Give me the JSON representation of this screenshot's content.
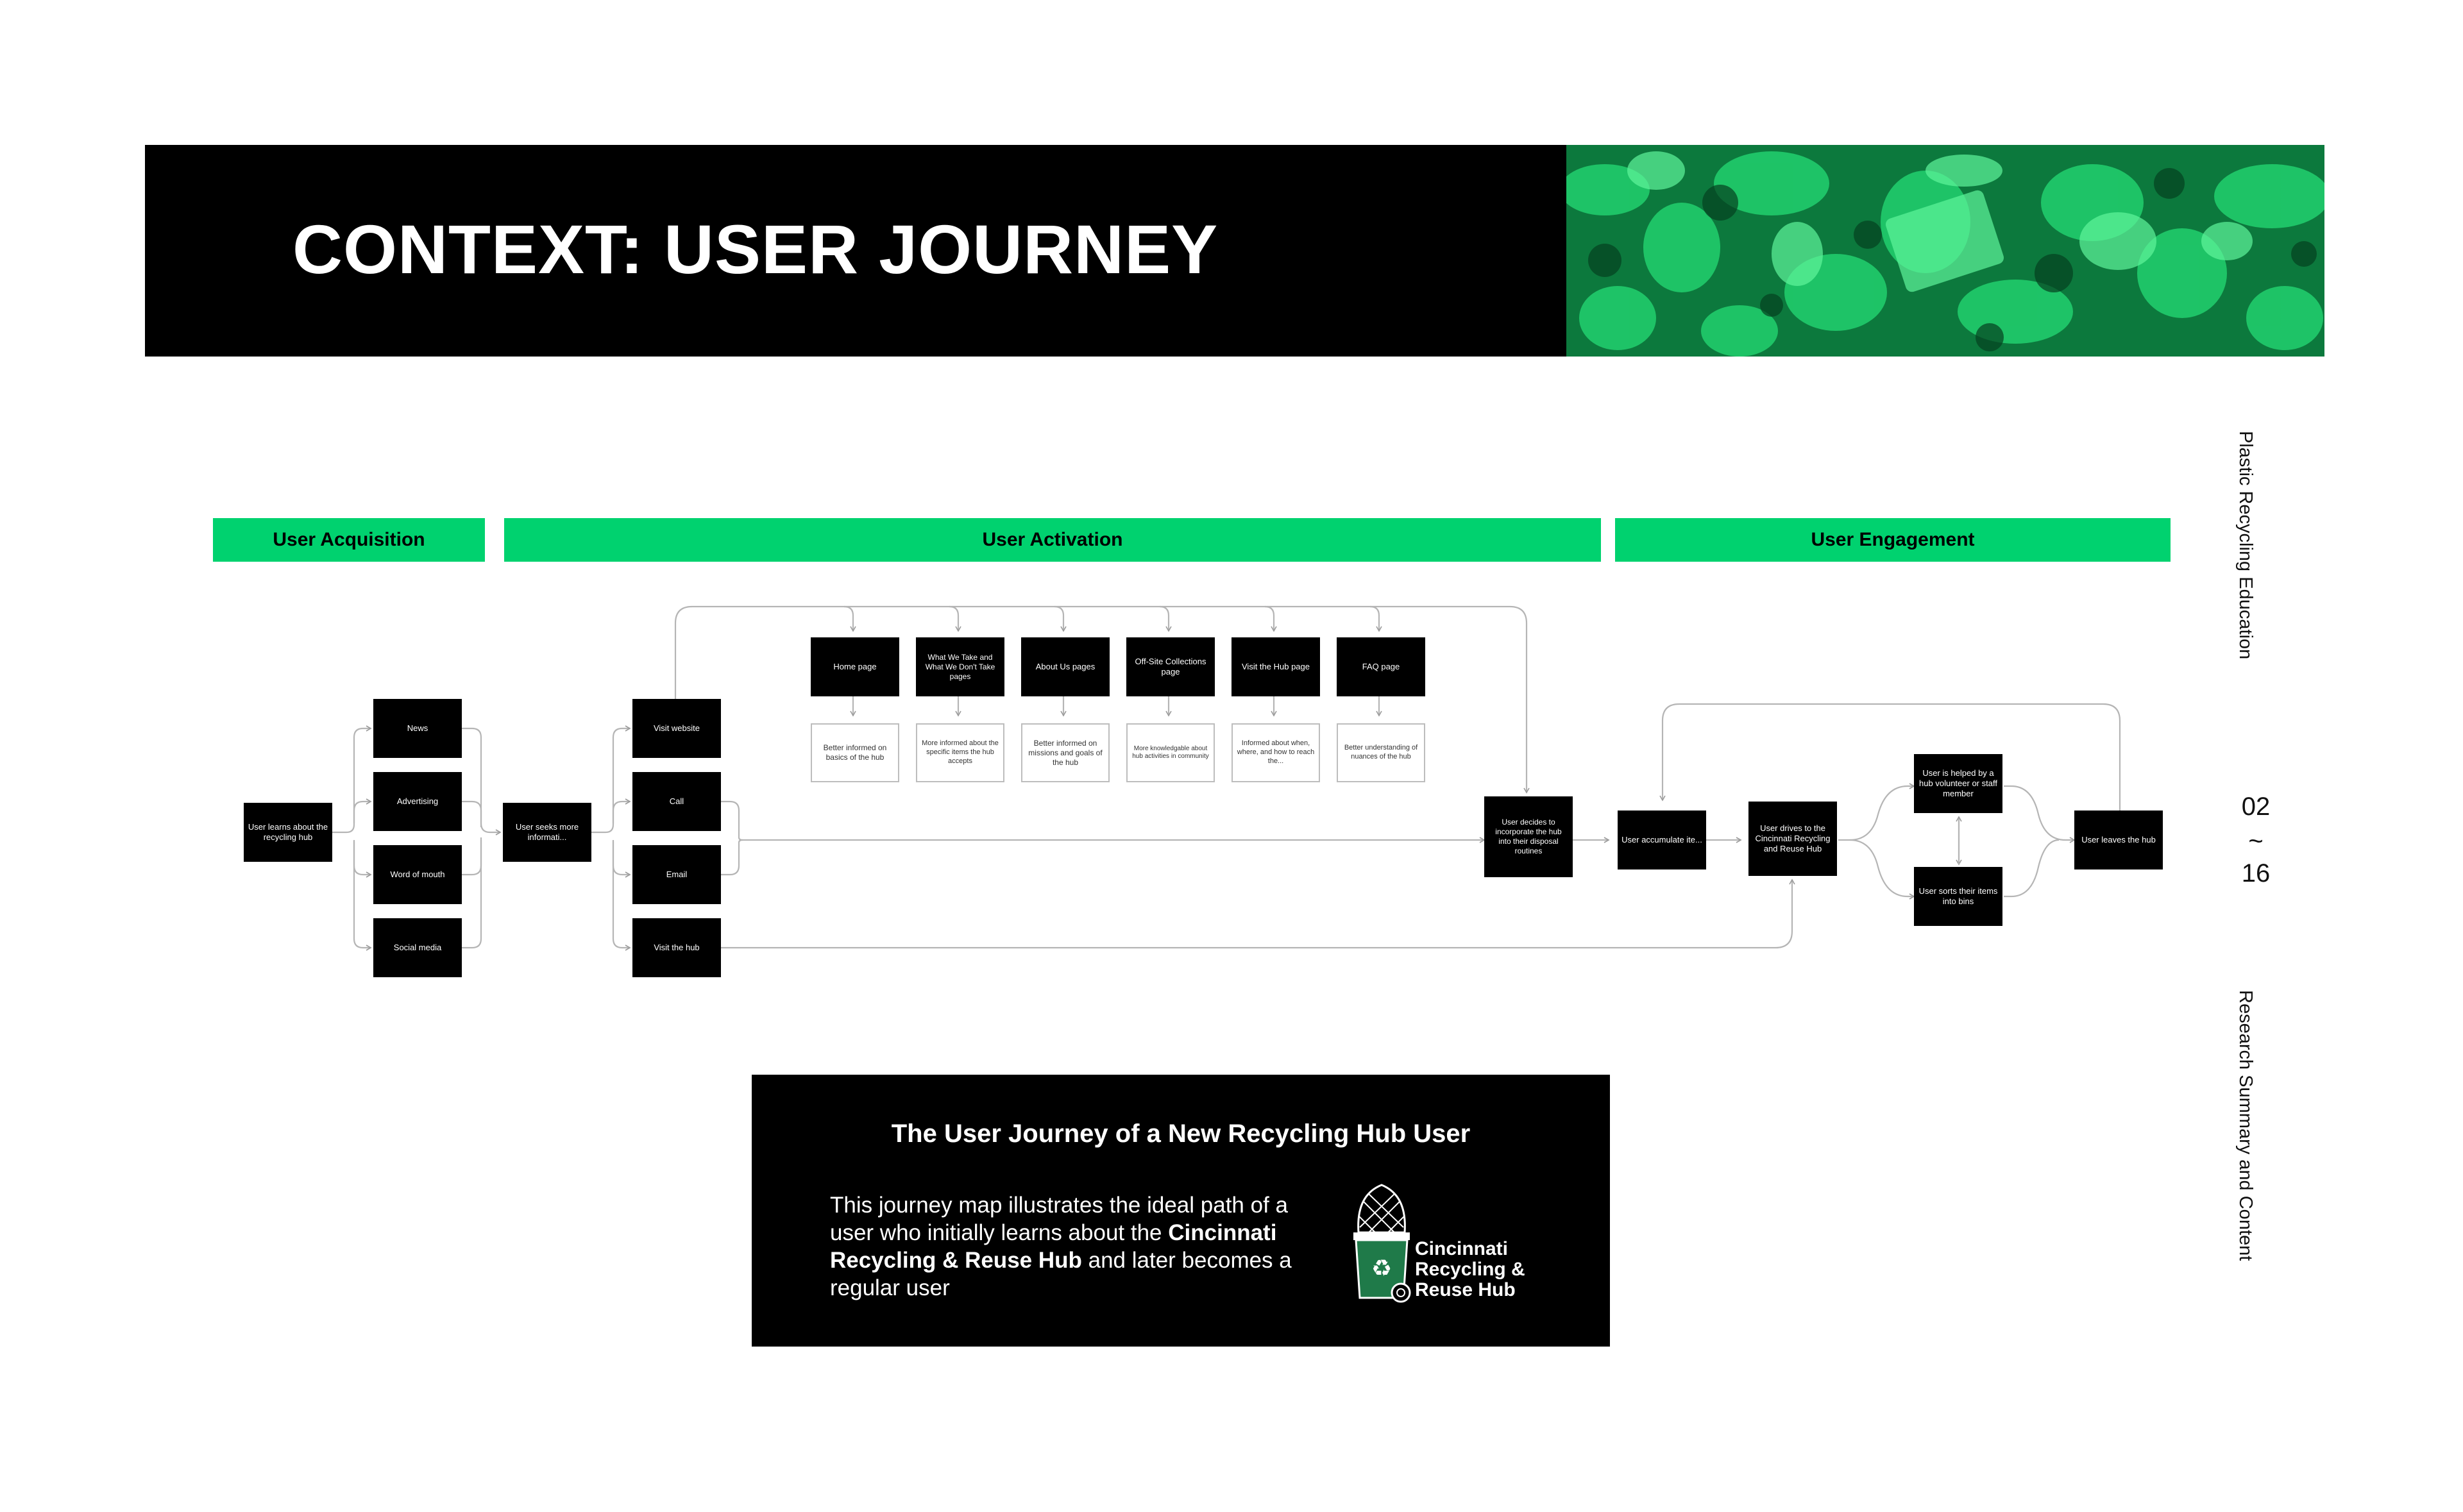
{
  "header": {
    "title": "CONTEXT: USER JOURNEY"
  },
  "stages": [
    "User Acquisition",
    "User Activation",
    "User Engagement"
  ],
  "nodes": {
    "learns": "User learns about the recycling hub",
    "news": "News",
    "advertising": "Advertising",
    "word_of_mouth": "Word of mouth",
    "social_media": "Social media",
    "seeks": "User seeks more informati...",
    "visit_website": "Visit website",
    "call": "Call",
    "email": "Email",
    "visit_hub": "Visit the hub",
    "home_page": "Home page",
    "what_we_take": "What We Take and What We Don't Take pages",
    "about_us": "About Us pages",
    "offsite": "Off-Site Collections page",
    "visit_hub_page": "Visit the Hub page",
    "faq": "FAQ page",
    "decides": "User decides to incorporate the hub into their disposal routines",
    "accumulate": "User accumulate ite...",
    "drives": "User drives to the Cincinnati Recycling and Reuse Hub",
    "helped": "User is helped by a hub volunteer or staff member",
    "sorts": "User sorts their items into bins",
    "leaves": "User leaves the hub"
  },
  "outcomes": {
    "home_page": "Better informed on basics of the hub",
    "what_we_take": "More informed about the specific items the hub accepts",
    "about_us": "Better informed on missions and goals of the hub",
    "offsite": "More knowledgable about hub activities in community",
    "visit_hub_page": "Informed about when, where, and how to reach the...",
    "faq": "Better understanding of nuances of the hub"
  },
  "sidebar": {
    "top": "Plastic Recycling Education",
    "page_start": "02",
    "page_sep": "~",
    "page_end": "16",
    "bottom": "Research Summary and Content"
  },
  "info": {
    "title": "The User Journey of a New Recycling Hub User",
    "desc_before": "This journey map illustrates the ideal path of a user who initially learns about the ",
    "desc_bold": "Cincinnati Recycling & Reuse Hub",
    "desc_after": " and later becomes a regular user"
  },
  "logo": {
    "line1": "Cincinnati",
    "line2": "Recycling &",
    "line3": "Reuse Hub"
  },
  "colors": {
    "accent": "#00d26f",
    "black": "#000000",
    "line": "#b5b5b5"
  }
}
